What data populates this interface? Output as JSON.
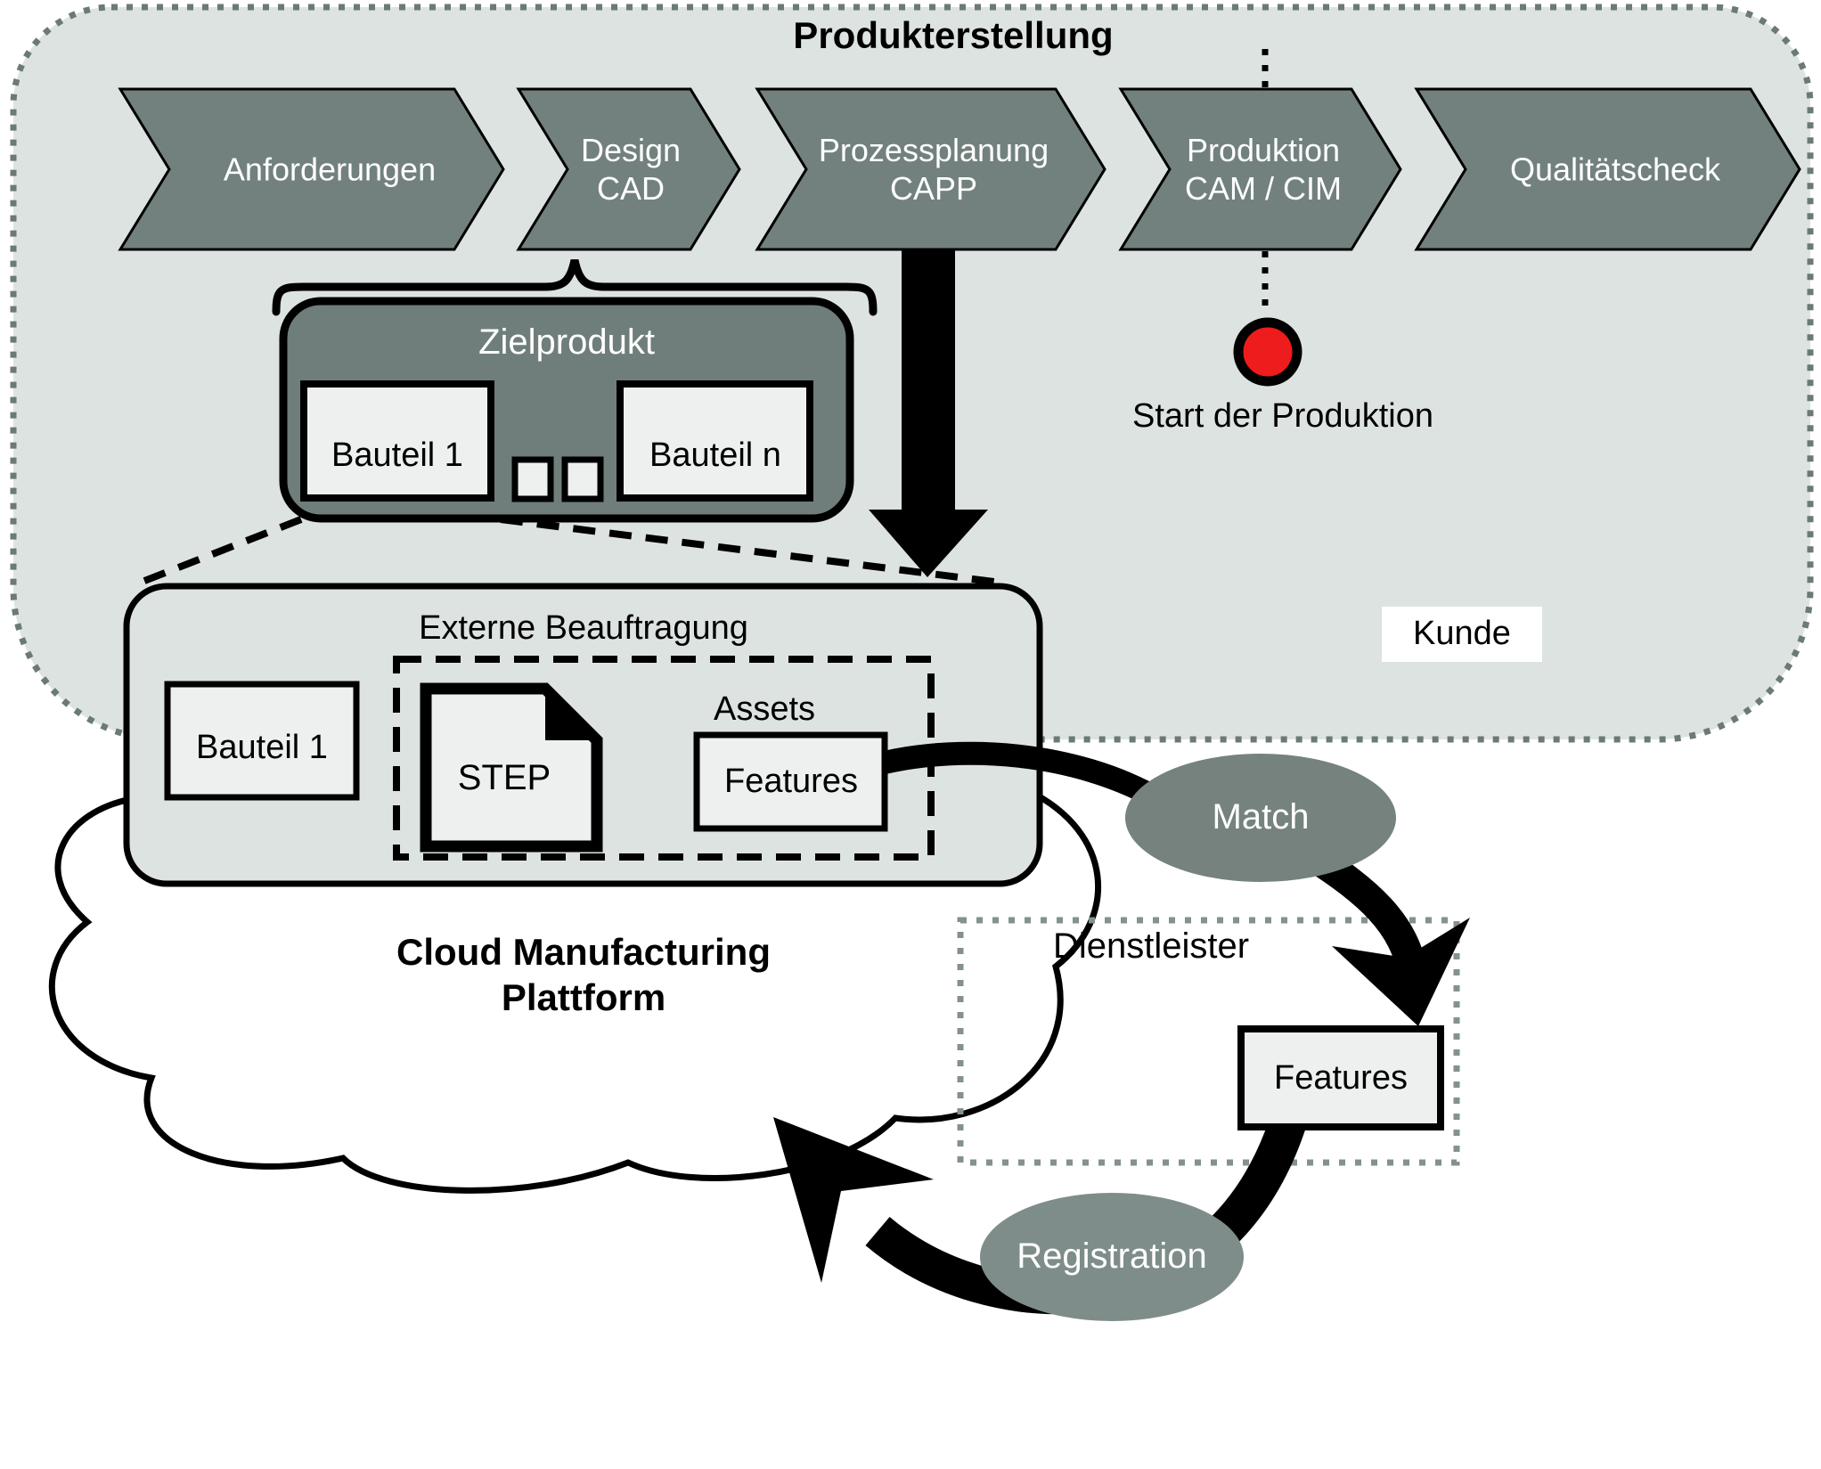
{
  "diagram": {
    "produkterstellung": {
      "title": "Produkterstellung",
      "customer_label": "Kunde",
      "process_steps": [
        "Anforderungen",
        "Design\nCAD",
        "Prozessplanung\nCAPP",
        "Produktion\nCAM / CIM",
        "Qualitätscheck"
      ],
      "production_start_label": "Start der Produktion",
      "zielprodukt": {
        "title": "Zielprodukt",
        "part_first": "Bauteil 1",
        "part_last": "Bauteil n"
      }
    },
    "externe_beauftragung": {
      "title": "Externe Beauftragung",
      "part": "Bauteil 1",
      "assets": {
        "title": "Assets",
        "step_file_label": "STEP",
        "features_label": "Features"
      }
    },
    "cloud_platform": {
      "title": "Cloud Manufacturing\nPlattform"
    },
    "dienstleister": {
      "title": "Dienstleister",
      "features_label": "Features"
    },
    "flow_labels": {
      "match": "Match",
      "registration": "Registration"
    }
  },
  "icons": {
    "step_document": "step-document-icon"
  },
  "colors": {
    "container_bg": "#dde3e1",
    "container_dotted_border": "#6b7a77",
    "shape_gray": "#72817e",
    "zielprodukt_gray": "#6f7e7b",
    "match_gray": "#75827e",
    "registration_gray": "#7e8d89",
    "box_fill": "#edf0ee",
    "start_marker_red": "#ee1c1c",
    "dienstleister_border": "#84918d",
    "outline_black": "#000000",
    "white": "#ffffff"
  }
}
